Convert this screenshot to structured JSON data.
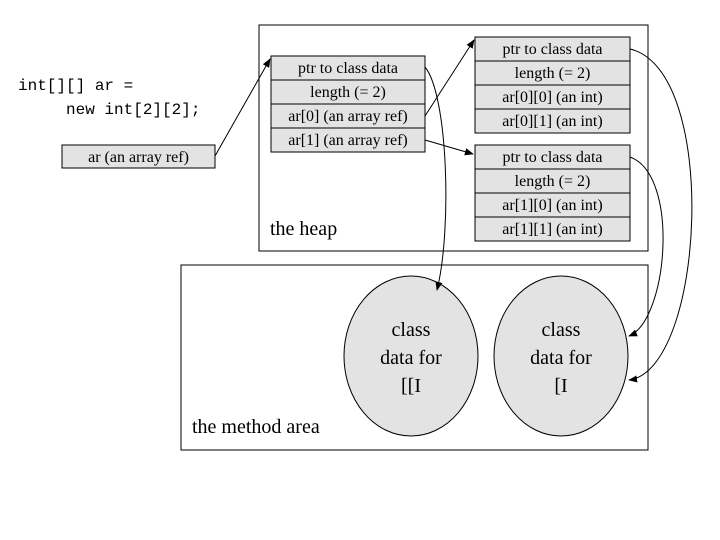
{
  "code": {
    "line1": "int[][] ar =",
    "line2": "new int[2][2];"
  },
  "local_var": {
    "label": "ar (an array ref)"
  },
  "heap": {
    "label": "the heap",
    "outer_array": {
      "cells": [
        "ptr to class data",
        "length (= 2)",
        "ar[0] (an array ref)",
        "ar[1] (an array ref)"
      ]
    },
    "inner_array_0": {
      "cells": [
        "ptr to class data",
        "length (= 2)",
        "ar[0][0] (an int)",
        "ar[0][1] (an int)"
      ]
    },
    "inner_array_1": {
      "cells": [
        "ptr to class data",
        "length (= 2)",
        "ar[1][0] (an int)",
        "ar[1][1] (an int)"
      ]
    }
  },
  "method_area": {
    "label": "the method area",
    "class_2d": {
      "lines": [
        "class",
        "data for",
        "[[I"
      ]
    },
    "class_1d": {
      "lines": [
        "class",
        "data for",
        "[I"
      ]
    }
  },
  "colors": {
    "cell_fill": "#e3e3e3",
    "stroke": "#000000",
    "background": "#ffffff"
  }
}
